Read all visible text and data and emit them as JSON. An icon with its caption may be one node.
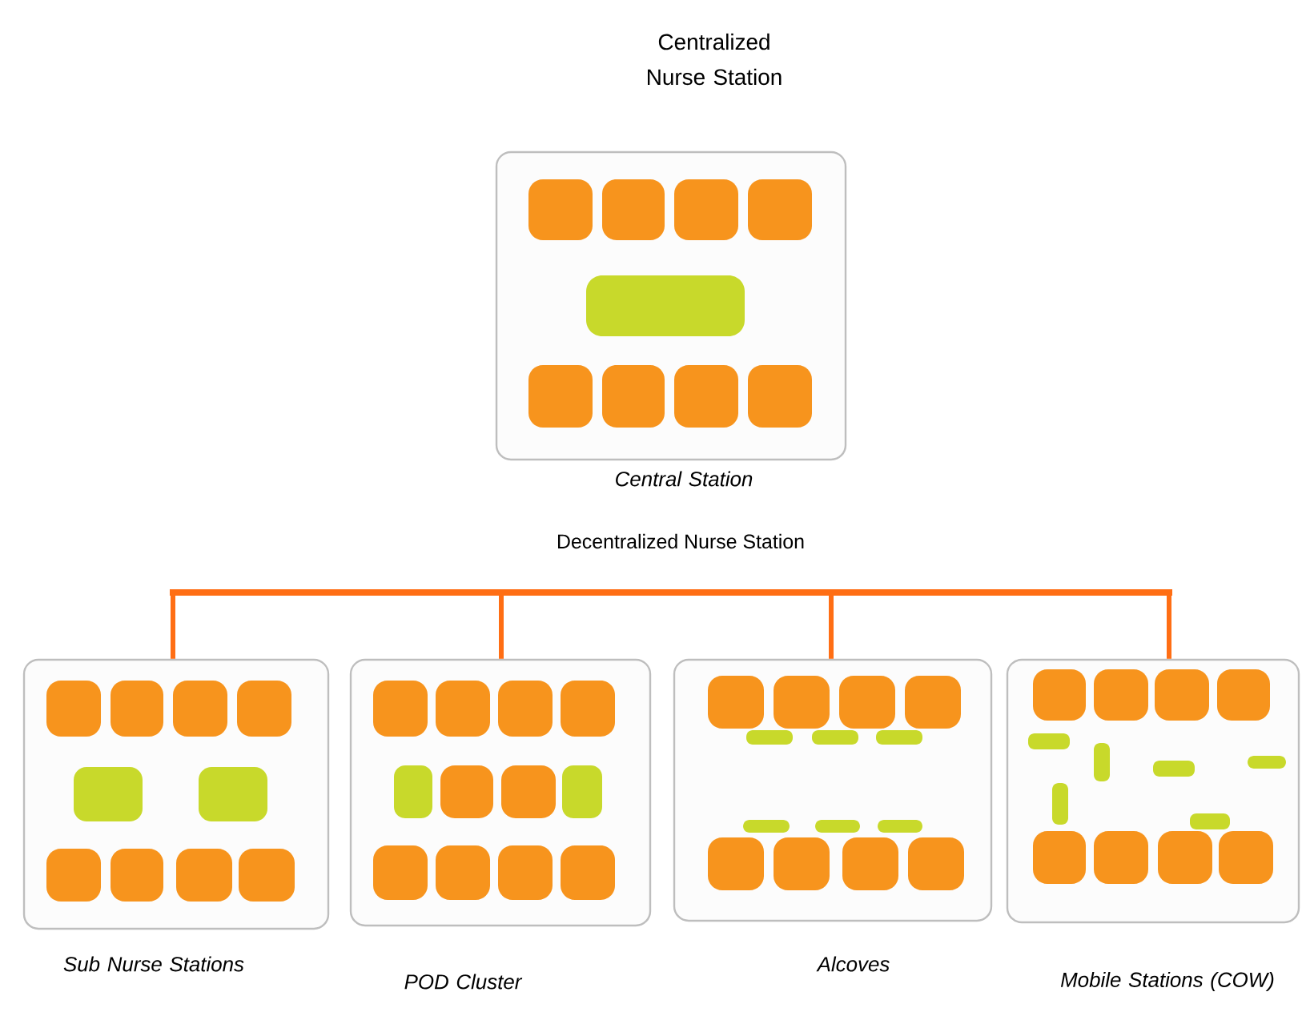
{
  "diagram": {
    "title": "Centralized Nurse Station",
    "nodes": [
      {
        "text": [],
        "shape": "box",
        "beside": [
          "Central Station"
        ]
      },
      {
        "text": [],
        "shape": "bar"
      },
      {
        "text": [],
        "shape": "box",
        "beside": [
          "Sub Nurse Stations"
        ]
      },
      {
        "text": [],
        "shape": "box",
        "beside": [
          "POD Cluster"
        ]
      },
      {
        "text": [],
        "shape": "box",
        "beside": [
          "Alcoves"
        ]
      },
      {
        "text": [],
        "shape": "box",
        "beside": [
          "Mobile Stations (COW)"
        ]
      }
    ],
    "edges": [
      {
        "from": 1,
        "to": 2,
        "arrow": "none"
      },
      {
        "from": 1,
        "to": 3,
        "arrow": "none"
      },
      {
        "from": 1,
        "to": 4,
        "arrow": "none"
      },
      {
        "from": 1,
        "to": 5,
        "arrow": "none"
      }
    ],
    "labels": [
      "Decentralized Nurse Station"
    ]
  }
}
